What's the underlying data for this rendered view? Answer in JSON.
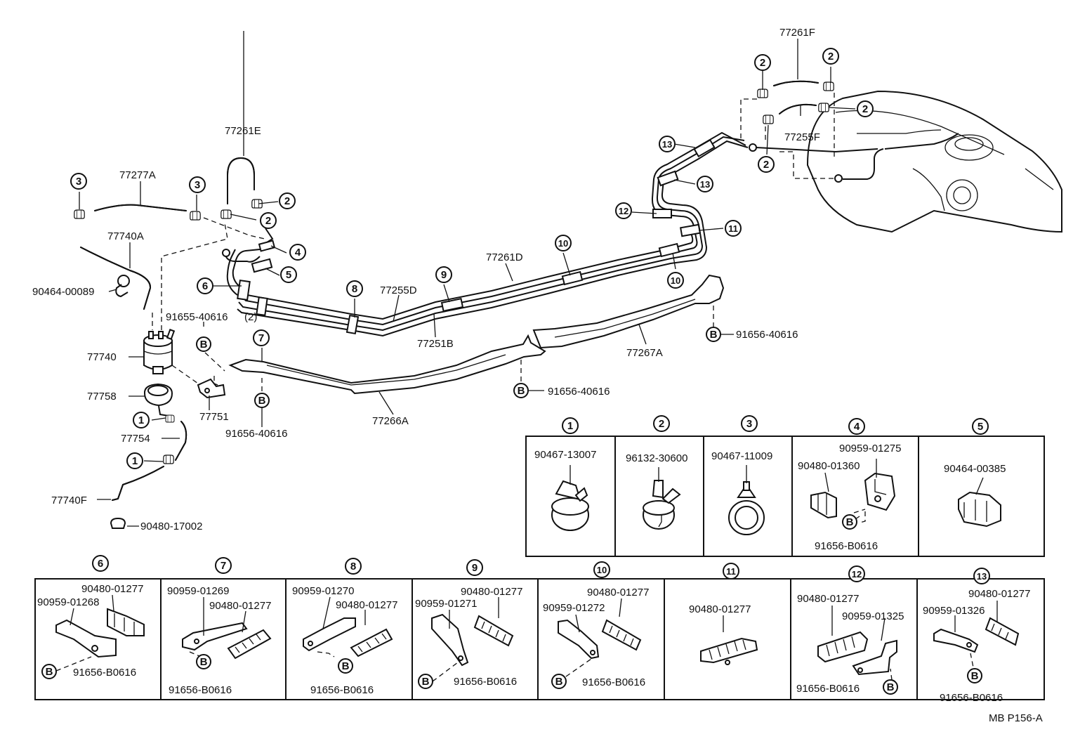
{
  "diagram_code": "MB P156-A",
  "labels": {
    "p77261F": "77261F",
    "p77255F": "77255F",
    "p77261E": "77261E",
    "p77277A": "77277A",
    "p77740A": "77740A",
    "p90464_00089": "90464-00089",
    "p91655_40616": "91655-40616",
    "qty_2": "(2)",
    "p77255D": "77255D",
    "p77261D": "77261D",
    "p77251B": "77251B",
    "p77740": "77740",
    "p77758": "77758",
    "p77751": "77751",
    "p77754": "77754",
    "p77740F": "77740F",
    "p90480_17002": "90480-17002",
    "p91656_40616": "91656-40616",
    "p77267A": "77267A",
    "p77266A": "77266A"
  },
  "callouts": {
    "c1": "1",
    "c2": "2",
    "c3": "3",
    "c4": "4",
    "c5": "5",
    "c6": "6",
    "c7": "7",
    "c8": "8",
    "c9": "9",
    "c10": "10",
    "c11": "11",
    "c12": "12",
    "c13": "13",
    "b": "B"
  },
  "detail_tables": {
    "top_row": [
      {
        "ref": "1",
        "parts": [
          "90467-13007"
        ]
      },
      {
        "ref": "2",
        "parts": [
          "96132-30600"
        ]
      },
      {
        "ref": "3",
        "parts": [
          "90467-11009"
        ]
      },
      {
        "ref": "4",
        "parts": [
          "90959-01275",
          "90480-01360",
          "91656-B0616"
        ]
      },
      {
        "ref": "5",
        "parts": [
          "90464-00385"
        ]
      }
    ],
    "bottom_row": [
      {
        "ref": "6",
        "parts": [
          "90480-01277",
          "90959-01268",
          "91656-B0616"
        ]
      },
      {
        "ref": "7",
        "parts": [
          "90959-01269",
          "90480-01277",
          "91656-B0616"
        ]
      },
      {
        "ref": "8",
        "parts": [
          "90959-01270",
          "90480-01277",
          "91656-B0616"
        ]
      },
      {
        "ref": "9",
        "parts": [
          "90480-01277",
          "90959-01271",
          "91656-B0616"
        ]
      },
      {
        "ref": "10",
        "parts": [
          "90480-01277",
          "90959-01272",
          "91656-B0616"
        ]
      },
      {
        "ref": "11",
        "parts": [
          "90480-01277"
        ]
      },
      {
        "ref": "12",
        "parts": [
          "90480-01277",
          "90959-01325",
          "91656-B0616"
        ]
      },
      {
        "ref": "13",
        "parts": [
          "90480-01277",
          "90959-01326",
          "91656-B0616"
        ]
      }
    ]
  }
}
